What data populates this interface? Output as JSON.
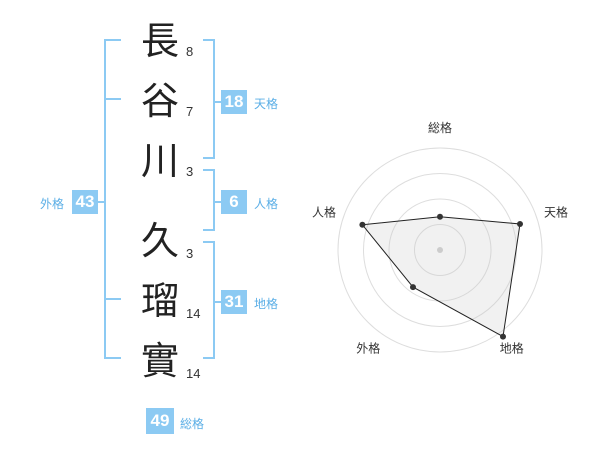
{
  "name": {
    "chars": [
      {
        "char": "長",
        "strokes": "8"
      },
      {
        "char": "谷",
        "strokes": "7"
      },
      {
        "char": "川",
        "strokes": "3"
      },
      {
        "char": "久",
        "strokes": "3"
      },
      {
        "char": "瑠",
        "strokes": "14"
      },
      {
        "char": "實",
        "strokes": "14"
      }
    ]
  },
  "kaku": {
    "tenkaku": {
      "value": "18",
      "label": "天格"
    },
    "jinkaku": {
      "value": "6",
      "label": "人格"
    },
    "chikaku": {
      "value": "31",
      "label": "地格"
    },
    "gaikaku": {
      "value": "43",
      "label": "外格"
    },
    "soukaku": {
      "value": "49",
      "label": "総格"
    }
  },
  "colors": {
    "bracket": "#8ccaf3",
    "badge": "#8ccaf3",
    "label": "#5aaee6"
  },
  "chart_data": {
    "type": "radar",
    "axes": [
      "総格",
      "天格",
      "地格",
      "外格",
      "人格"
    ],
    "values": [
      1.3,
      3.3,
      4.2,
      1.8,
      3.2
    ],
    "max": 4,
    "rings": 4,
    "grid": true
  }
}
